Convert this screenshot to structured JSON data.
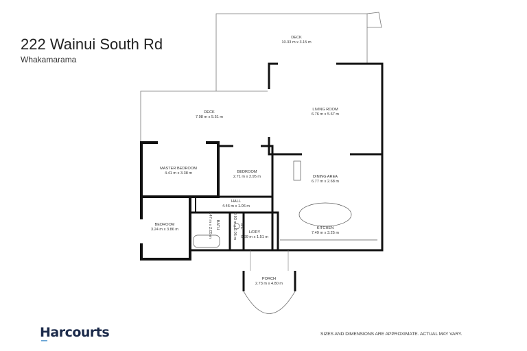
{
  "header": {
    "title": "222 Wainui South Rd",
    "subtitle": "Whakamarama"
  },
  "rooms": [
    {
      "name": "DECK",
      "dims": "10.33 m x 3.15 m"
    },
    {
      "name": "DECK",
      "dims": "7.98 m x 5.51 m"
    },
    {
      "name": "LIVING ROOM",
      "dims": "6.76 m x 5.67 m"
    },
    {
      "name": "MASTER BEDROOM",
      "dims": "4.41 m x 3.38 m"
    },
    {
      "name": "BEDROOM",
      "dims": "2.71 m x 2.95 m"
    },
    {
      "name": "DINING AREA",
      "dims": "6.77 m x 2.68 m"
    },
    {
      "name": "HALL",
      "dims": "4.46 m x 1.06 m"
    },
    {
      "name": "BEDROOM",
      "dims": "3.24 m x 3.86 m"
    },
    {
      "name": "BATH",
      "dims": "2.47 m x 2.05 m"
    },
    {
      "name": "WC",
      "dims": "0.93 m x 2.05 m"
    },
    {
      "name": "L/DRY",
      "dims": "0.99 m x 1.51 m"
    },
    {
      "name": "KITCHEN",
      "dims": "7.49 m x 3.25 m"
    },
    {
      "name": "PORCH",
      "dims": "2.73 m x 4.80 m"
    }
  ],
  "footer": {
    "brand": "Harcourts",
    "disclaimer": "SIZES AND DIMENSIONS ARE APPROXIMATE. ACTUAL MAY VARY."
  },
  "colors": {
    "wall": "#111111",
    "brand": "#1b2a4a",
    "brand_accent": "#6fa8d6"
  }
}
